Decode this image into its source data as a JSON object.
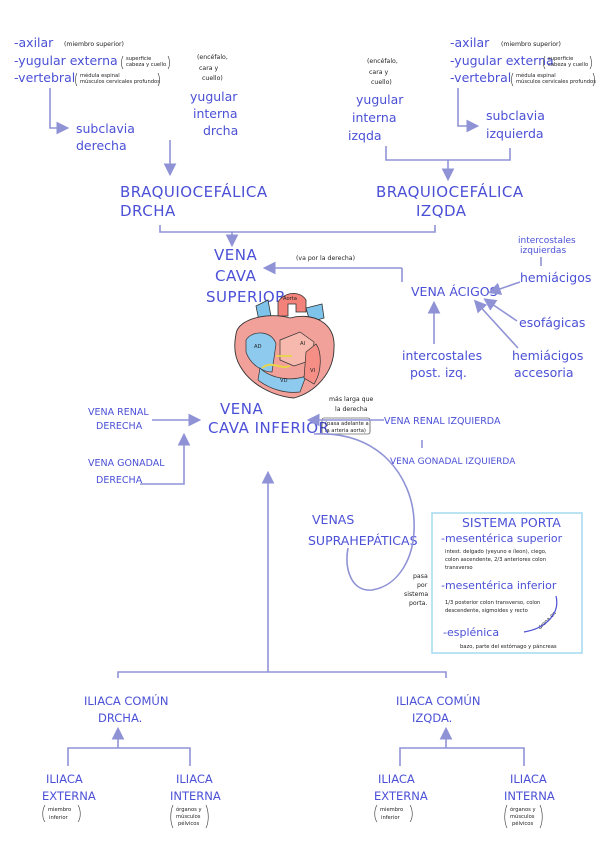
{
  "top_left": {
    "items": [
      {
        "label": "-axilar",
        "note": "(miembro superior)"
      },
      {
        "label": "-yugular externa",
        "note1": "superficie",
        "note2": "cabeza y cuello"
      },
      {
        "label": "-vertebral",
        "note1": "médula espinal",
        "note2": "músculos cervicales profundos"
      }
    ],
    "subclavia": [
      "subclavia",
      "derecha"
    ],
    "yugular_interna_note": [
      "(encéfalo,",
      "cara y",
      "cuello)"
    ],
    "yugular_interna": [
      "yugular",
      "interna",
      "drcha"
    ]
  },
  "top_right": {
    "items": [
      {
        "label": "-axilar",
        "note": "(miembro superior)"
      },
      {
        "label": "-yugular externa",
        "note1": "superficie",
        "note2": "cabeza y cuello"
      },
      {
        "label": "-vertebral",
        "note1": "médula espinal",
        "note2": "músculos cervicales profundos"
      }
    ],
    "subclavia": [
      "subclavia",
      "izquierda"
    ],
    "yugular_interna_note": [
      "(encéfalo,",
      "cara y",
      "cuello)"
    ],
    "yugular_interna": [
      "yugular",
      "interna",
      "izqda"
    ]
  },
  "braquio_right": [
    "BRAQUIOCEFÁLICA",
    "DRCHA"
  ],
  "braquio_left": [
    "BRAQUIOCEFÁLICA",
    "IZQDA"
  ],
  "vcs": [
    "VENA",
    "CAVA",
    "SUPERIOR"
  ],
  "va_por_derecha": "(va por la derecha)",
  "acigos": "VENA ÁCIGOS",
  "intercostales_izq": [
    "intercostales",
    "izquierdas"
  ],
  "hemiacigos": "hemiácigos",
  "esofagicas": "esofágicas",
  "hemiacigos_acc": [
    "hemiácigos",
    "accesoria"
  ],
  "intercostales_post": [
    "intercostales",
    "post. izq."
  ],
  "vci": [
    "VENA",
    "CAVA INFERIOR"
  ],
  "mas_larga": [
    "más larga que",
    "la derecha"
  ],
  "pasa_delante": [
    "(pasa adelante a",
    "la arteria aorta)"
  ],
  "renal_der": [
    "VENA RENAL",
    "DERECHA"
  ],
  "renal_izq": "VENA RENAL IZQUIERDA",
  "gonadal_der": [
    "VENA GONADAL",
    "DERECHA"
  ],
  "gonadal_izq": "VENA GONADAL IZQUIERDA",
  "suprahepaticas": [
    "VENAS",
    "SUPRAHEPÁTICAS"
  ],
  "pasa_porta": [
    "pasa",
    "por",
    "sistema",
    "porta."
  ],
  "porta": {
    "title": "SISTEMA PORTA",
    "mes_sup": "-mesentérica superior",
    "mes_sup_desc": [
      "intest. delgado (yeyuno e íleon), ciego,",
      "colon ascendente, 2/3 anteriores colon",
      "transverso"
    ],
    "mes_inf": "-mesentérica inferior",
    "mes_inf_desc": [
      "1/3 posterior colon transverso, colon",
      "descendente, sigmoides y recto"
    ],
    "drena": "drena en",
    "esplenica": "-esplénica",
    "esplenica_desc": "bazo, parte del estómago y páncreas"
  },
  "heart_labels": {
    "aorta": "Aorta",
    "ad": "AD",
    "ai": "AI",
    "vd": "VD",
    "vi": "VI"
  },
  "iliaca_der": [
    "ILIACA COMÚN",
    "DRCHA."
  ],
  "iliaca_izq": [
    "ILIACA COMÚN",
    "IZQDA."
  ],
  "ext_der": [
    "ILIACA",
    "EXTERNA"
  ],
  "int_der": [
    "ILIACA",
    "INTERNA"
  ],
  "ext_izq": [
    "ILIACA",
    "EXTERNA"
  ],
  "int_izq": [
    "ILIACA",
    "INTERNA"
  ],
  "ext_note": [
    "miembro",
    "inferior"
  ],
  "int_note": [
    "órganos y",
    "músculos",
    "pélvicos"
  ]
}
